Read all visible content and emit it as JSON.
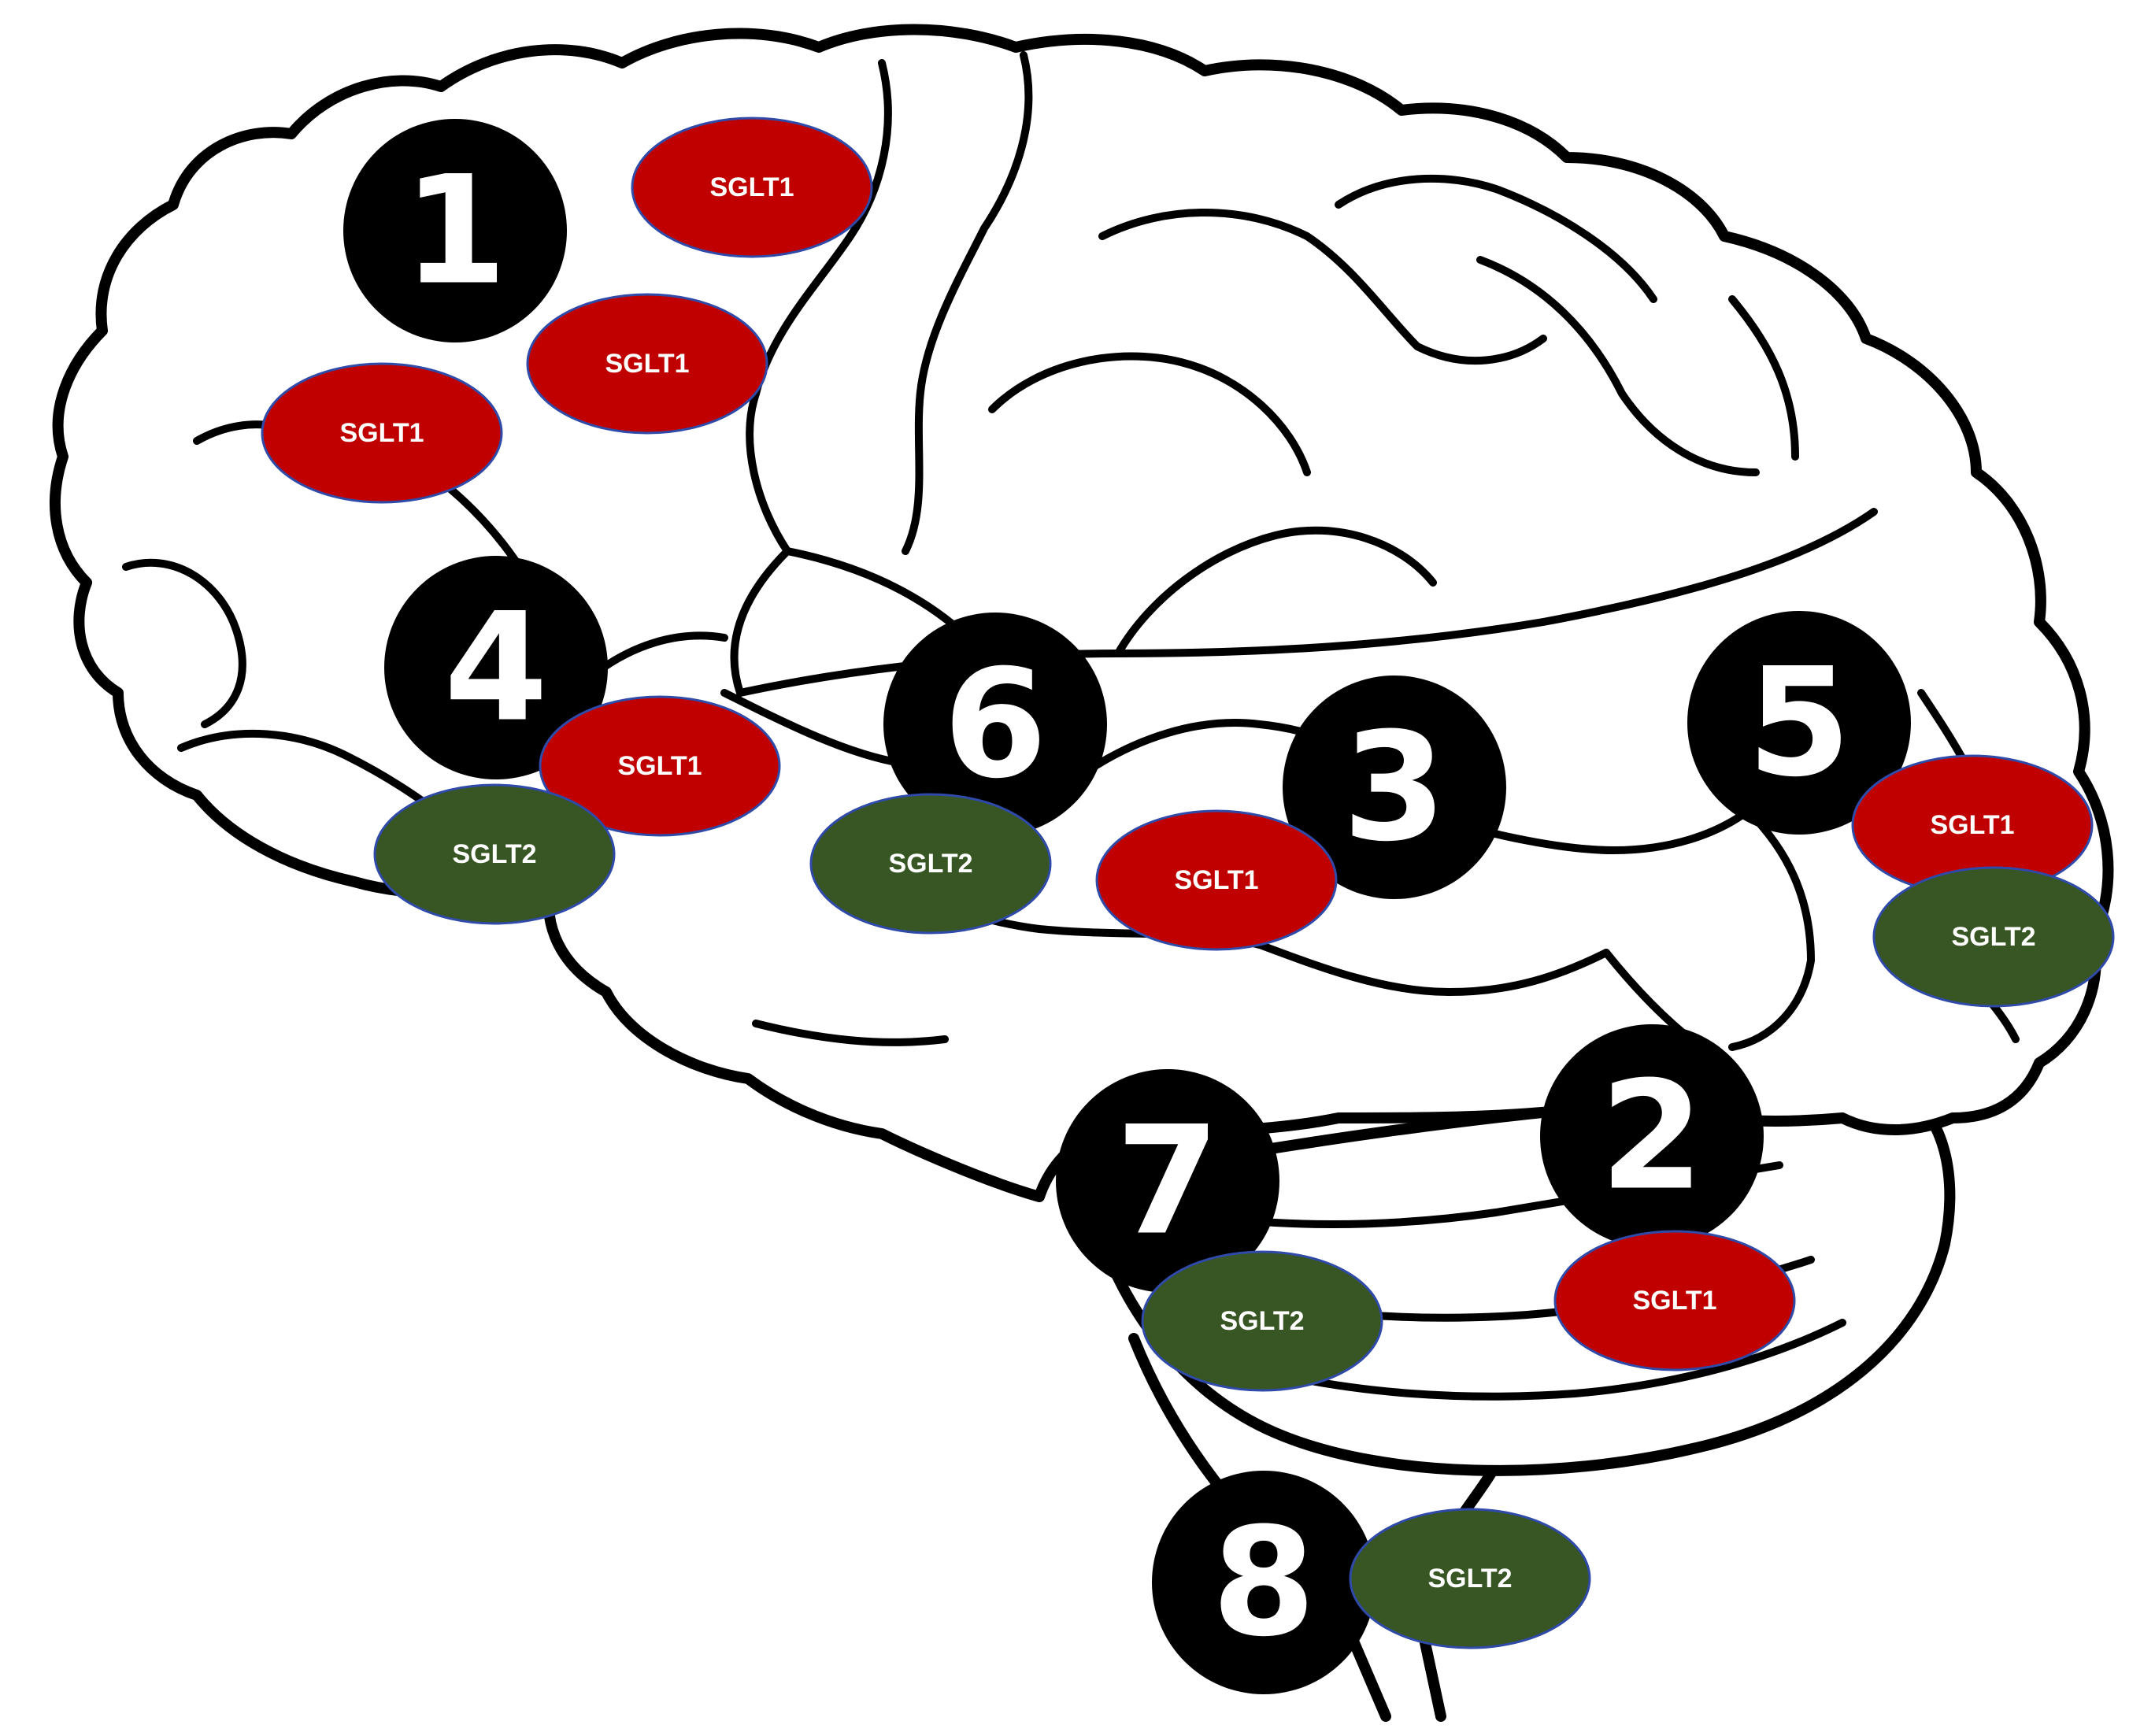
{
  "colors": {
    "sglt1": "#c00000",
    "sglt2": "#375623",
    "marker": "#000000",
    "outline": "#000000"
  },
  "markers": [
    {
      "id": "1",
      "label": "1"
    },
    {
      "id": "2",
      "label": "2"
    },
    {
      "id": "3",
      "label": "3"
    },
    {
      "id": "4",
      "label": "4"
    },
    {
      "id": "5",
      "label": "5"
    },
    {
      "id": "6",
      "label": "6"
    },
    {
      "id": "7",
      "label": "7"
    },
    {
      "id": "8",
      "label": "8"
    }
  ],
  "transporters": {
    "r1a": "SGLT1",
    "r1b": "SGLT1",
    "r1c": "SGLT1",
    "r4a": "SGLT1",
    "r4b": "SGLT2",
    "r6": "SGLT2",
    "r3": "SGLT1",
    "r5a": "SGLT1",
    "r5b": "SGLT2",
    "r2": "SGLT1",
    "r7": "SGLT2",
    "r8": "SGLT2"
  }
}
